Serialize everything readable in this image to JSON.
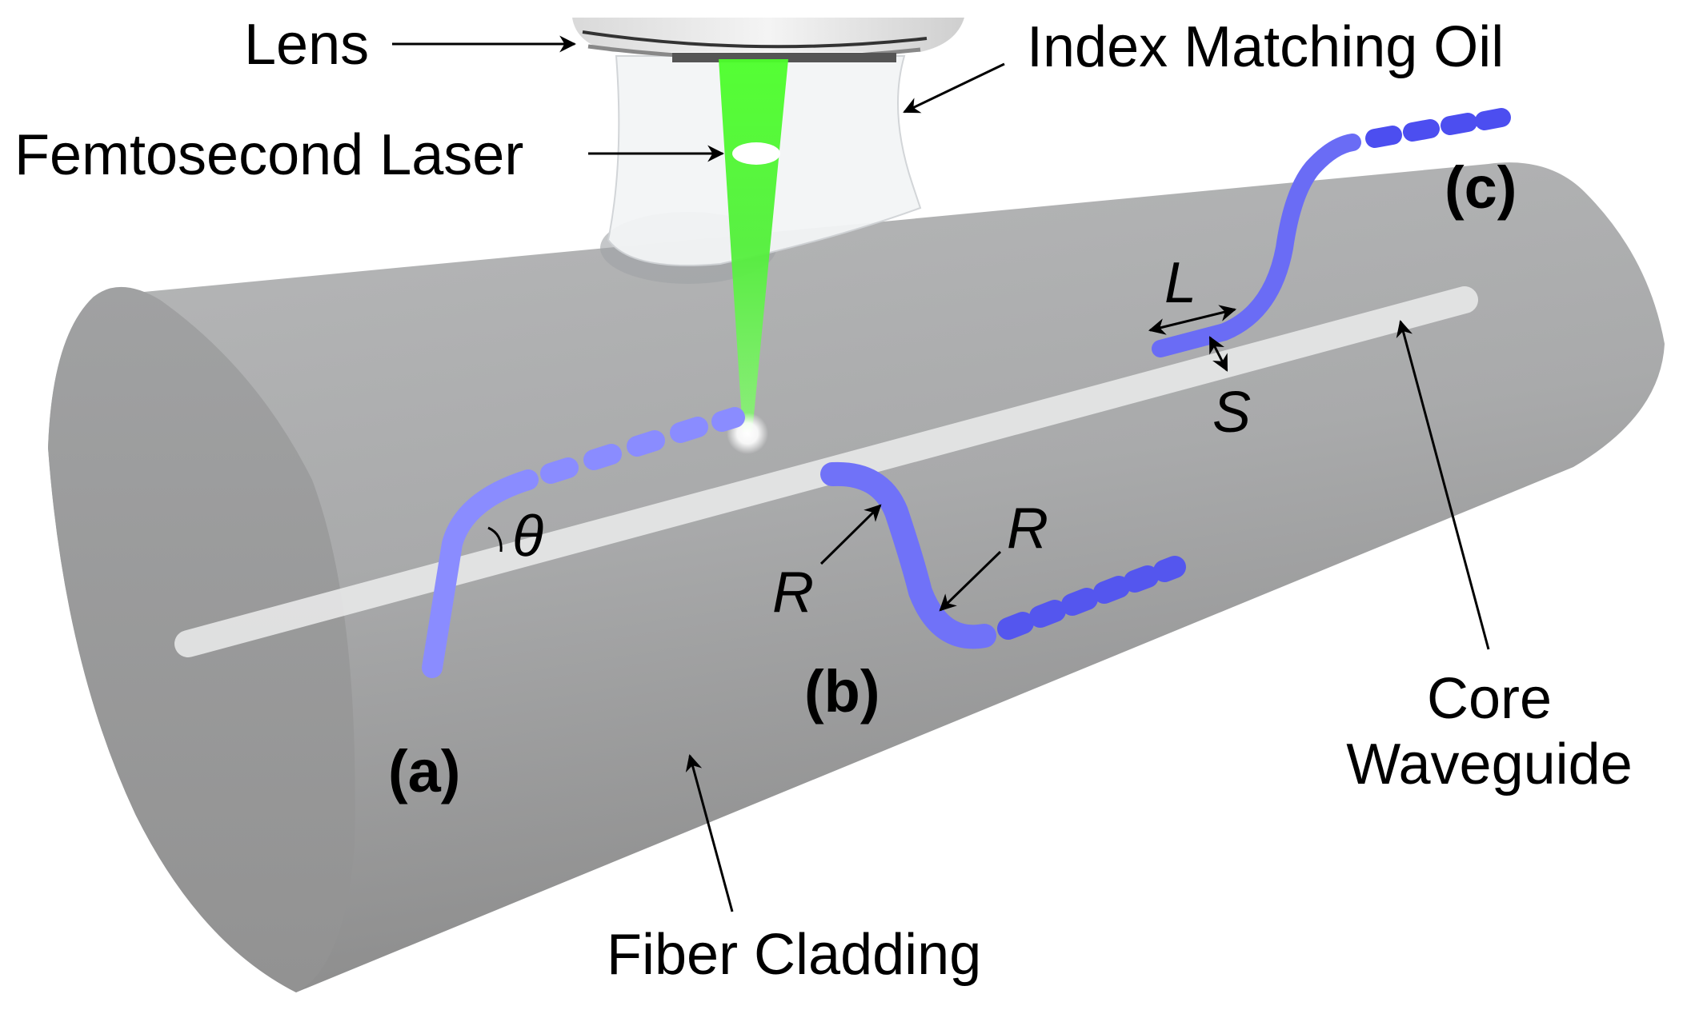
{
  "figure": {
    "labels": {
      "lens": "Lens",
      "index_matching_oil": "Index Matching Oil",
      "femtosecond_laser": "Femtosecond Laser",
      "fiber_cladding": "Fiber Cladding",
      "core_line1": "Core",
      "core_line2": "Waveguide"
    },
    "panels": {
      "a": "(a)",
      "b": "(b)",
      "c": "(c)"
    },
    "symbols": {
      "theta": "θ",
      "radius": "R",
      "length": "L",
      "separation": "S"
    },
    "colors": {
      "cladding": "#a9aaab",
      "cladding_end": "#999a9b",
      "core": "#e8e9e9",
      "waveguide": "#6a6cf5",
      "waveguide_light": "#8a8cff",
      "laser": "#4cff2a"
    }
  }
}
